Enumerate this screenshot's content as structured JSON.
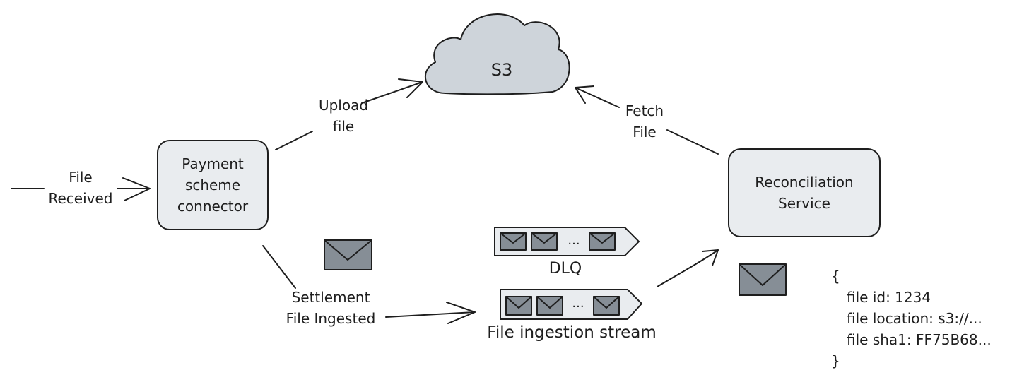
{
  "storage": {
    "label": "S3"
  },
  "nodes": {
    "connector": {
      "line1": "Payment",
      "line2": "scheme",
      "line3": "connector"
    },
    "reconciliation": {
      "line1": "Reconciliation",
      "line2": "Service"
    }
  },
  "edges": {
    "file_received": {
      "line1": "File",
      "line2": "Received"
    },
    "upload_file": {
      "line1": "Upload",
      "line2": "file"
    },
    "fetch_file": {
      "line1": "Fetch",
      "line2": "File"
    },
    "settlement": {
      "line1": "Settlement",
      "line2": "File Ingested"
    }
  },
  "queues": {
    "dlq": {
      "label": "DLQ",
      "ellipsis": "..."
    },
    "stream": {
      "label": "File ingestion stream",
      "ellipsis": "..."
    }
  },
  "message": {
    "open": "{",
    "fields": [
      "file id: 1234",
      "file location: s3://...",
      "file sha1: FF75B68..."
    ],
    "close": "}"
  },
  "colors": {
    "box_fill": "#e9ecef",
    "cloud_fill": "#ced4da",
    "envelope_fill": "#868e96",
    "stroke": "#1e1e1e"
  }
}
